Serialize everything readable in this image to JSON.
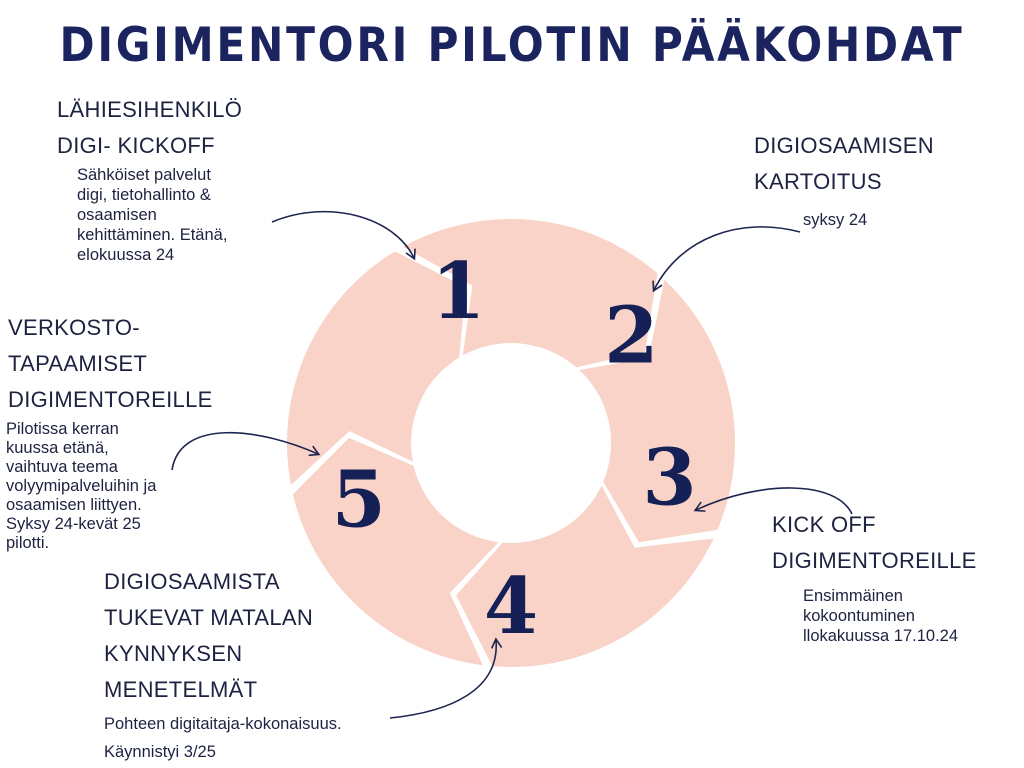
{
  "title": "DIGIMENTORI PILOTIN PÄÄKOHDAT",
  "colors": {
    "ring": "#f9d3c7",
    "numbers": "#152056",
    "title": "#1c2460",
    "text": "#1d2240"
  },
  "steps": [
    {
      "number": "1",
      "heading": [
        "LÄHIESIHENKILÖ",
        "DIGI- KICKOFF"
      ],
      "description": [
        "Sähköiset palvelut",
        "digi, tietohallinto &",
        "osaamisen",
        "kehittäminen. Etänä,",
        "elokuussa 24"
      ]
    },
    {
      "number": "2",
      "heading": [
        "DIGIOSAAMISEN",
        "KARTOITUS"
      ],
      "description": [
        "syksy 24"
      ]
    },
    {
      "number": "3",
      "heading": [
        "KICK OFF",
        "DIGIMENTOREILLE"
      ],
      "description": [
        "Ensimmäinen",
        "kokoontuminen",
        "llokakuussa 17.10.24"
      ]
    },
    {
      "number": "4",
      "heading": [
        "DIGIOSAAMISTA",
        "TUKEVAT MATALAN",
        "KYNNYKSEN",
        "MENETELMÄT"
      ],
      "description": [
        "Pohteen digitaitaja-kokonaisuus.",
        "Käynnistyi 3/25"
      ]
    },
    {
      "number": "5",
      "heading": [
        "VERKOSTO-",
        "TAPAAMISET",
        "DIGIMENTOREILLE"
      ],
      "description": [
        "Pilotissa kerran",
        "kuussa etänä,",
        "vaihtuva teema",
        "volyymipalveluihin ja",
        "osaamisen liittyen.",
        "Syksy 24-kevät 25",
        "pilotti."
      ]
    }
  ]
}
